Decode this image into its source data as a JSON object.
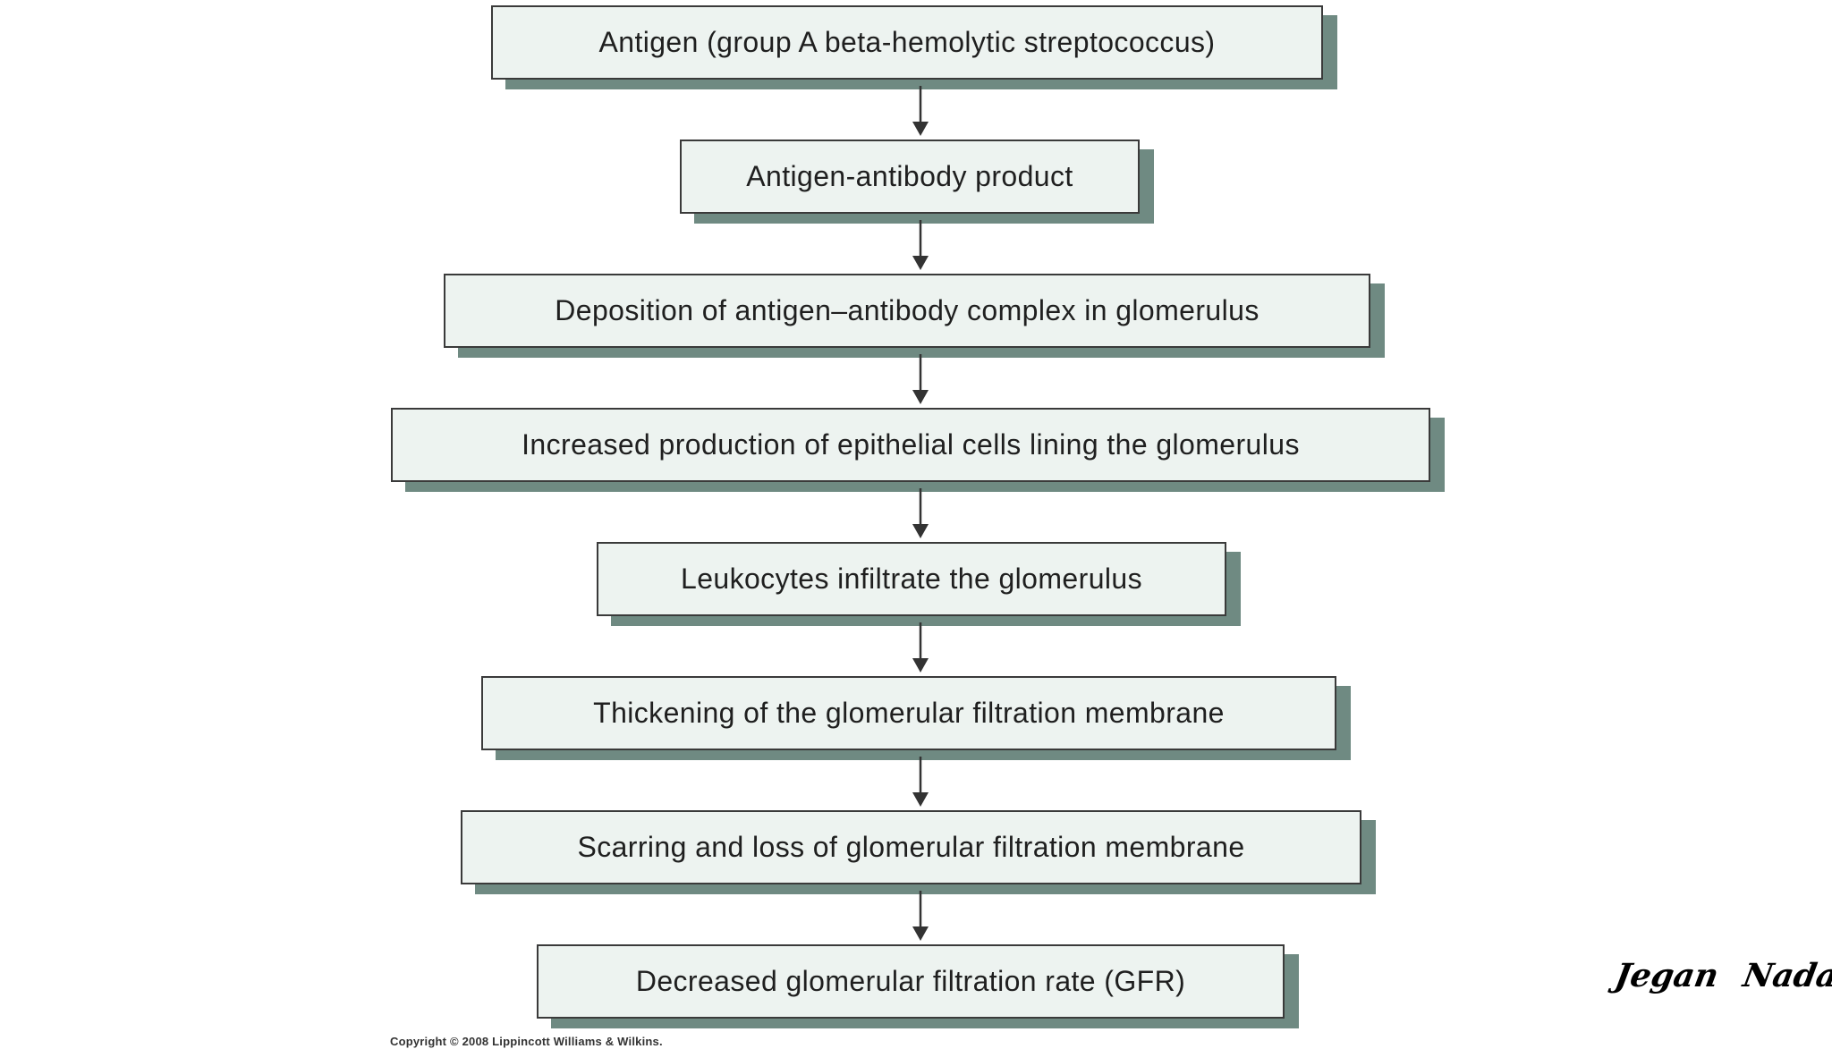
{
  "steps": [
    "Antigen (group A beta-hemolytic streptococcus)",
    "Antigen-antibody product",
    "Deposition of antigen–antibody complex in glomerulus",
    "Increased production of epithelial cells lining the glomerulus",
    "Leukocytes infiltrate the glomerulus",
    "Thickening of the glomerular filtration membrane",
    "Scarring and loss of glomerular filtration membrane",
    "Decreased glomerular filtration rate (GFR)"
  ],
  "copyright": "Copyright © 2008 Lippincott Williams & Wilkins.",
  "signature": "Jegan Nadar",
  "colors": {
    "box_fill": "#edf3f0",
    "box_border": "#3a3a3a",
    "box_shadow": "#6f8a82",
    "arrow": "#333333"
  }
}
